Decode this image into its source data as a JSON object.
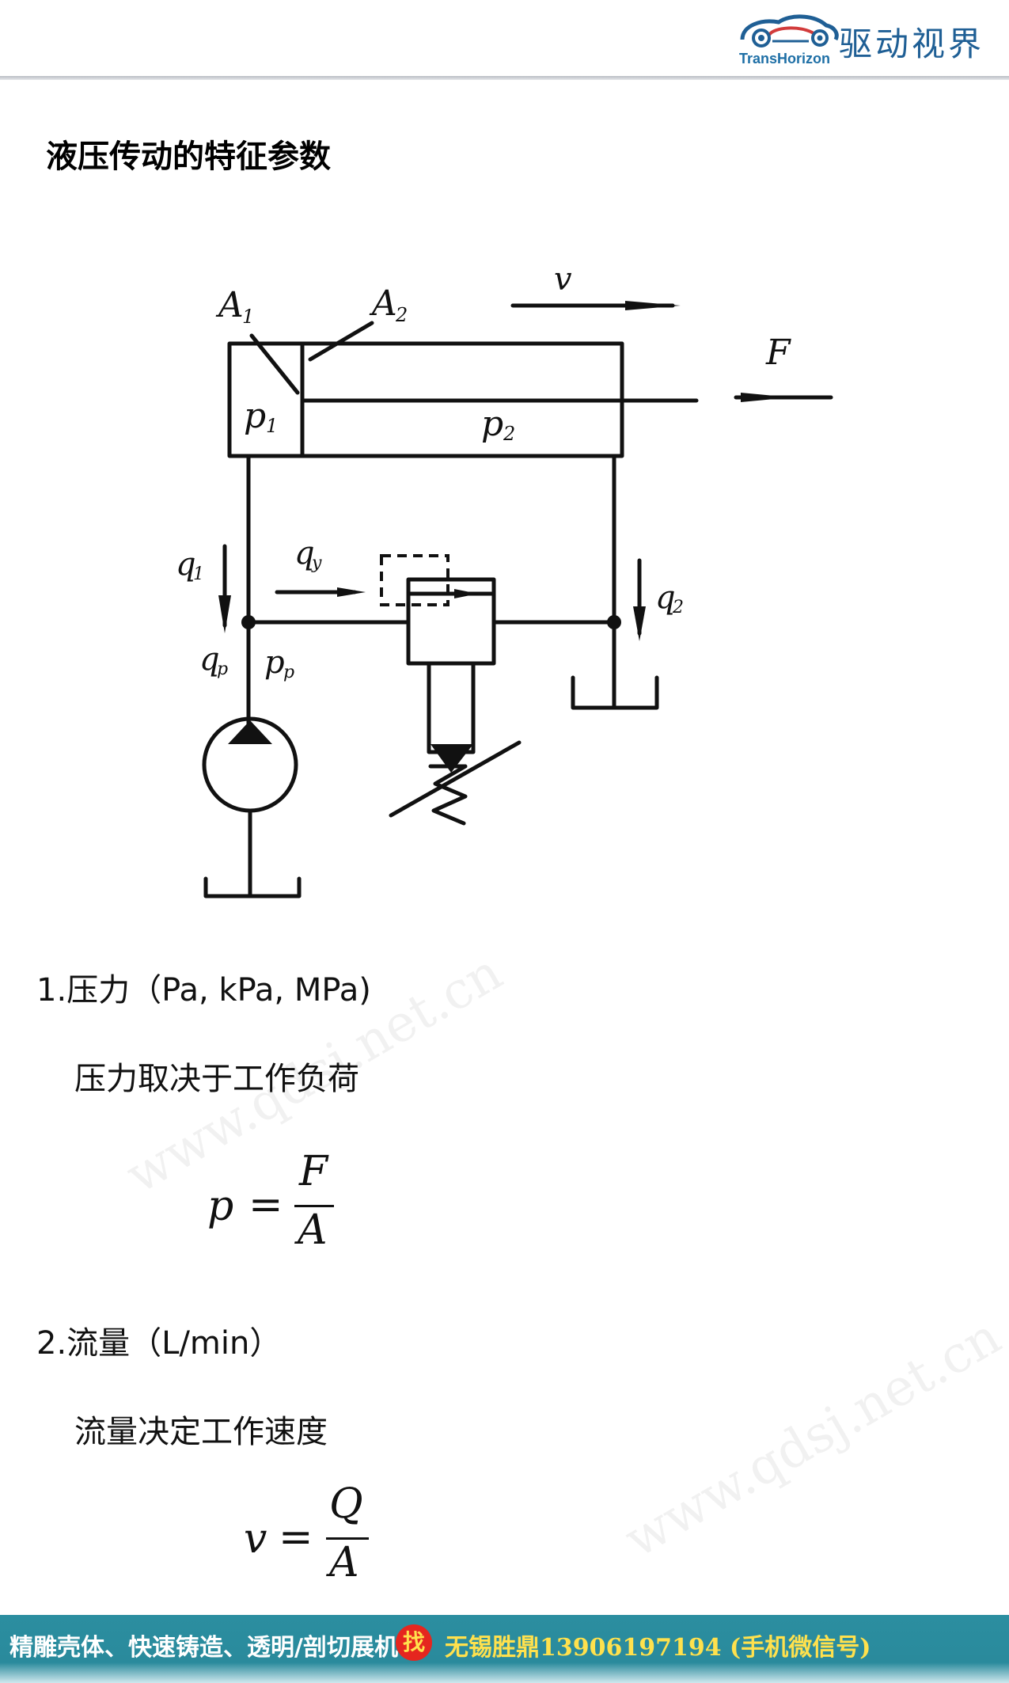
{
  "header": {
    "logo_sub": "TransHorizon",
    "logo_cn": "驱动视界"
  },
  "page": {
    "title": "液压传动的特征参数"
  },
  "diagram": {
    "labels": {
      "v": "v",
      "F": "F",
      "A1": "A",
      "A1_sub": "1",
      "A2": "A",
      "A2_sub": "2",
      "p1": "p",
      "p1_sub": "1",
      "p2": "p",
      "p2_sub": "2",
      "q1": "q",
      "q1_sub": "1",
      "qy": "q",
      "qy_sub": "y",
      "q2": "q",
      "q2_sub": "2",
      "qp": "q",
      "qp_sub": "p",
      "pp": "p",
      "pp_sub": "p"
    }
  },
  "sections": [
    {
      "heading": "1.压力（Pa, kPa, MPa)",
      "text": "压力取决于工作负荷",
      "formula": {
        "lhs": "p",
        "eq": "=",
        "num": "F",
        "den": "A"
      }
    },
    {
      "heading": "2.流量（L/min）",
      "text": "流量决定工作速度",
      "formula": {
        "lhs": "v",
        "eq": "=",
        "num": "Q",
        "den": "A"
      }
    }
  ],
  "watermark": {
    "text": "www.qdsj.net.cn"
  },
  "footer": {
    "text": "精雕壳体、快速铸造、透明/剖切展机",
    "badge": "找",
    "contact": "无锡胜鼎13906197194 (手机微信号)"
  },
  "colors": {
    "footer_bg": "#2b8ea0",
    "footer_contact": "#ffe14d",
    "badge_bg": "#e5261f",
    "logo_blue": "#1f5f95"
  }
}
